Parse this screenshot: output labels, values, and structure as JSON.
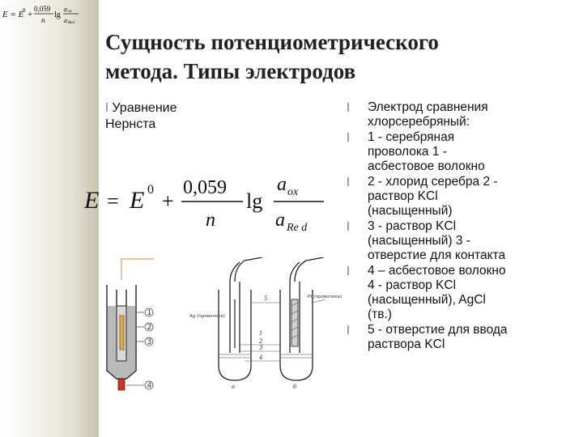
{
  "small_formula": {
    "lhs": "E = E",
    "sup": "0",
    "plus": "+",
    "num": "0,059",
    "den": "n",
    "lg": "lg",
    "a_ox": "a",
    "ox": "ox",
    "a_red": "a",
    "red": "Red"
  },
  "title": {
    "line1": "Сущность потенциометрического",
    "line2": "метода. Типы электродов"
  },
  "left": {
    "bullet": "l",
    "line1": "Уравнение",
    "line2": "Нернста"
  },
  "formula": {
    "E": "E",
    "eq": "=",
    "E0": "E",
    "sup": "0",
    "plus": "+",
    "num": "0,059",
    "den": "n",
    "lg": "lg",
    "a_ox": "a",
    "ox": "ox",
    "a_red": "a",
    "red": "Re d"
  },
  "right_items": [
    {
      "bullet": "l",
      "lines": [
        "Электрод сравнения",
        "хлорсеребряный:"
      ]
    },
    {
      "bullet": "l",
      "lines": [
        "1 - серебряная",
        "проволока  1 -",
        "асбестовое волокно"
      ]
    },
    {
      "bullet": "l",
      "lines": [
        "2 - хлорид серебра 2 -",
        "раствор KCl",
        "(насыщенный)"
      ]
    },
    {
      "bullet": "l",
      "lines": [
        "3 - раствор KCl",
        "(насыщенный) 3 -",
        "отверстие для контакта"
      ]
    },
    {
      "bullet": "l",
      "lines": [
        "4 – асбестовое волокно",
        "4 - раствор KCl",
        "(насыщенный), AgCl",
        "(тв.)"
      ]
    },
    {
      "bullet": "l",
      "lines": [
        "5 - отверстие для ввода",
        "раствора KCl"
      ]
    }
  ],
  "diagram_left": {
    "labels": [
      "1",
      "2",
      "3",
      "4"
    ]
  },
  "diagram_right": {
    "labels": [
      "5",
      "1",
      "2",
      "3",
      "4",
      "a",
      "6",
      "Ag (проволока)",
      "Pt (проволока)"
    ]
  }
}
